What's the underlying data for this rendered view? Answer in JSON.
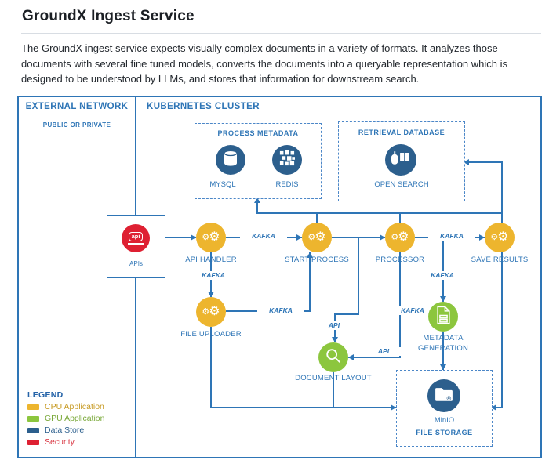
{
  "header": {
    "title": "GroundX Ingest Service",
    "description": "The GroundX ingest service expects visually complex documents in a variety of formats. It analyzes those documents with several fine tuned models, converts the documents into a queryable representation which is designed to be understood by LLMs, and stores that information for downstream search."
  },
  "diagram": {
    "external_zone": {
      "title": "EXTERNAL NETWORK",
      "subtitle": "PUBLIC OR PRIVATE"
    },
    "cluster_zone": {
      "title": "KUBERNETES CLUSTER"
    },
    "groups": {
      "process_metadata": {
        "title": "PROCESS METADATA",
        "mysql": "MYSQL",
        "redis": "REDIS"
      },
      "retrieval_database": {
        "title": "RETRIEVAL DATABASE",
        "open_search": "OPEN SEARCH"
      },
      "file_storage": {
        "title": "FILE STORAGE",
        "minio": "MinIO"
      }
    },
    "nodes": {
      "apis": {
        "label": "APIs",
        "icon_text": "api"
      },
      "api_handler": "API HANDLER",
      "start_process": "START PROCESS",
      "processor": "PROCESSOR",
      "save_results": "SAVE RESULTS",
      "file_uploader": "FILE UPLOADER",
      "metadata_generation": [
        "METADATA",
        "GENERATION"
      ],
      "document_layout": "DOCUMENT LAYOUT"
    },
    "edge_labels": {
      "kafka_api_handler_start_process": "KAFKA",
      "kafka_processor_save_results": "KAFKA",
      "kafka_api_handler_file_uploader": "KAFKA",
      "kafka_file_uploader_start_process": "KAFKA",
      "kafka_to_metadata_generation_top": "KAFKA",
      "kafka_to_metadata_generation_left": "KAFKA",
      "api_to_document_layout_top": "API",
      "api_to_document_layout_right": "API"
    },
    "legend": {
      "title": "LEGEND",
      "items": [
        {
          "label": "CPU Application",
          "color": "#edb52e"
        },
        {
          "label": "GPU Application",
          "color": "#8cc63e"
        },
        {
          "label": "Data Store",
          "color": "#2c5f8d"
        },
        {
          "label": "Security",
          "color": "#de2032"
        }
      ]
    },
    "colors": {
      "line": "#2e75b6",
      "cpu": "#edb52e",
      "gpu": "#8cc63e",
      "data_store": "#2c5f8d",
      "security": "#de2032"
    }
  }
}
